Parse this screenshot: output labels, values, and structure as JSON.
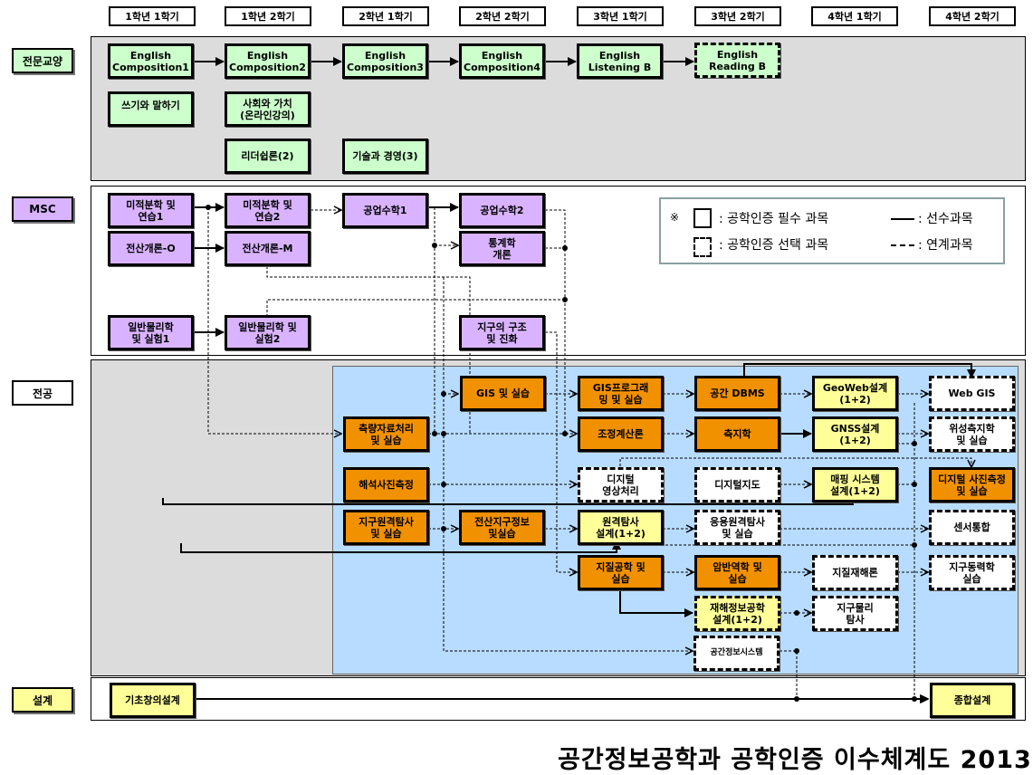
{
  "semesters": [
    "1학년 1학기",
    "1학년 2학기",
    "2학년 1학기",
    "2학년 2학기",
    "3학년 1학기",
    "3학년 2학기",
    "4학년 1학기",
    "4학년 2학기"
  ],
  "categories": {
    "general": "전문교양",
    "msc": "MSC",
    "major": "전공",
    "design": "설계"
  },
  "colors": {
    "general": "#ccffcc",
    "msc": "#d9b3ff",
    "major_required": "#f29100",
    "design": "#ffff99",
    "elective": "#ffffff",
    "panel_gray": "#dcdcdc",
    "panel_blue": "#b8dcff"
  },
  "courses": {
    "eng_comp1": "English\nComposition1",
    "eng_comp2": "English\nComposition2",
    "eng_comp3": "English\nComposition3",
    "eng_comp4": "English\nComposition4",
    "eng_listening_b": "English\nListening B",
    "eng_reading_b": "English\nReading B",
    "writing_speaking": "쓰기와 말하기",
    "society_value": "사회와 가치\n(온라인강의)",
    "leadership": "리더쉽론(2)",
    "tech_management": "기술과 경영(3)",
    "calculus1": "미적분학 및\n연습1",
    "calculus2": "미적분학 및\n연습2",
    "eng_math1": "공업수학1",
    "eng_math2": "공업수학2",
    "computing_o": "전산개론-O",
    "computing_m": "전산개론-M",
    "statistics": "통계학\n개론",
    "physics1": "일반물리학\n및 실험1",
    "physics2": "일반물리학 및\n실험2",
    "earth_structure": "지구의 구조\n및 진화",
    "gis_practice": "GIS 및 실습",
    "gis_programming": "GIS프로그래\n밍 및 실습",
    "spatial_dbms": "공간 DBMS",
    "geoweb_design": "GeoWeb설계\n(1+2)",
    "web_gis": "Web GIS",
    "survey_data": "측량자료처리\n및 실습",
    "adjustment": "조정계산론",
    "geodesy": "측지학",
    "gnss_design": "GNSS설계\n(1+2)",
    "satellite_geodesy": "위성측지학\n및 실습",
    "analytic_photo": "해석사진측정",
    "digital_image": "디지털\n영상처리",
    "digital_map": "디지털지도",
    "mapping_design": "매핑 시스템\n설계(1+2)",
    "digital_photo": "디지털 사진측정\n및 실습",
    "earth_rs": "지구원격탐사\n및 실습",
    "computational_geo": "전산지구정보\n및실습",
    "rs_design": "원격탐사\n설계(1+2)",
    "applied_rs": "응용원격탐사\n및 실습",
    "sensor_fusion": "센서통합",
    "geo_engineering": "지질공학 및\n실습",
    "rock_mechanics": "암반역학 및\n실습",
    "geo_hazard": "지질재해론",
    "geodynamics": "지구동력학\n실습",
    "disaster_design": "재해정보공학\n설계(1+2)",
    "geophysics": "지구물리\n탐사",
    "spatial_info_system": "공간정보시스템",
    "basic_design": "기초창의설계",
    "capstone": "종합설계"
  },
  "legend": {
    "mark": "※",
    "required": ": 공학인증 필수 과목",
    "elective": ": 공학인증 선택 과목",
    "prerequisite": ": 선수과목",
    "related": ": 연계과목"
  },
  "title": "공간정보공학과 공학인증 이수체계도 2013"
}
